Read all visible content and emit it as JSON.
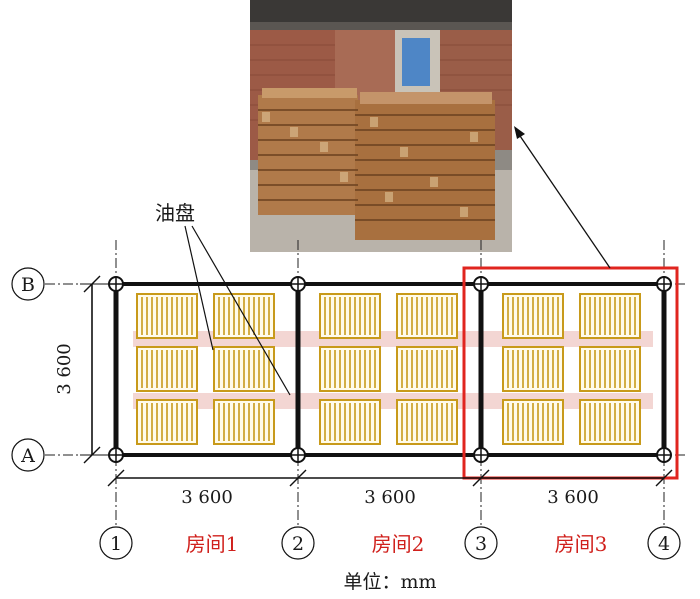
{
  "photo": {
    "label": ""
  },
  "callout": {
    "text": "油盘"
  },
  "axes": {
    "rows": [
      "B",
      "A"
    ],
    "cols": [
      "1",
      "2",
      "3",
      "4"
    ]
  },
  "dims": {
    "vertical": "3 600",
    "spans": [
      "3 600",
      "3 600",
      "3 600"
    ]
  },
  "rooms": [
    "房间1",
    "房间2",
    "房间3"
  ],
  "unit": "单位：mm",
  "colors": {
    "tray": "#c89a1a",
    "strip": "#f3d6d3",
    "highlight": "#e0251f",
    "wall": "#111111"
  }
}
